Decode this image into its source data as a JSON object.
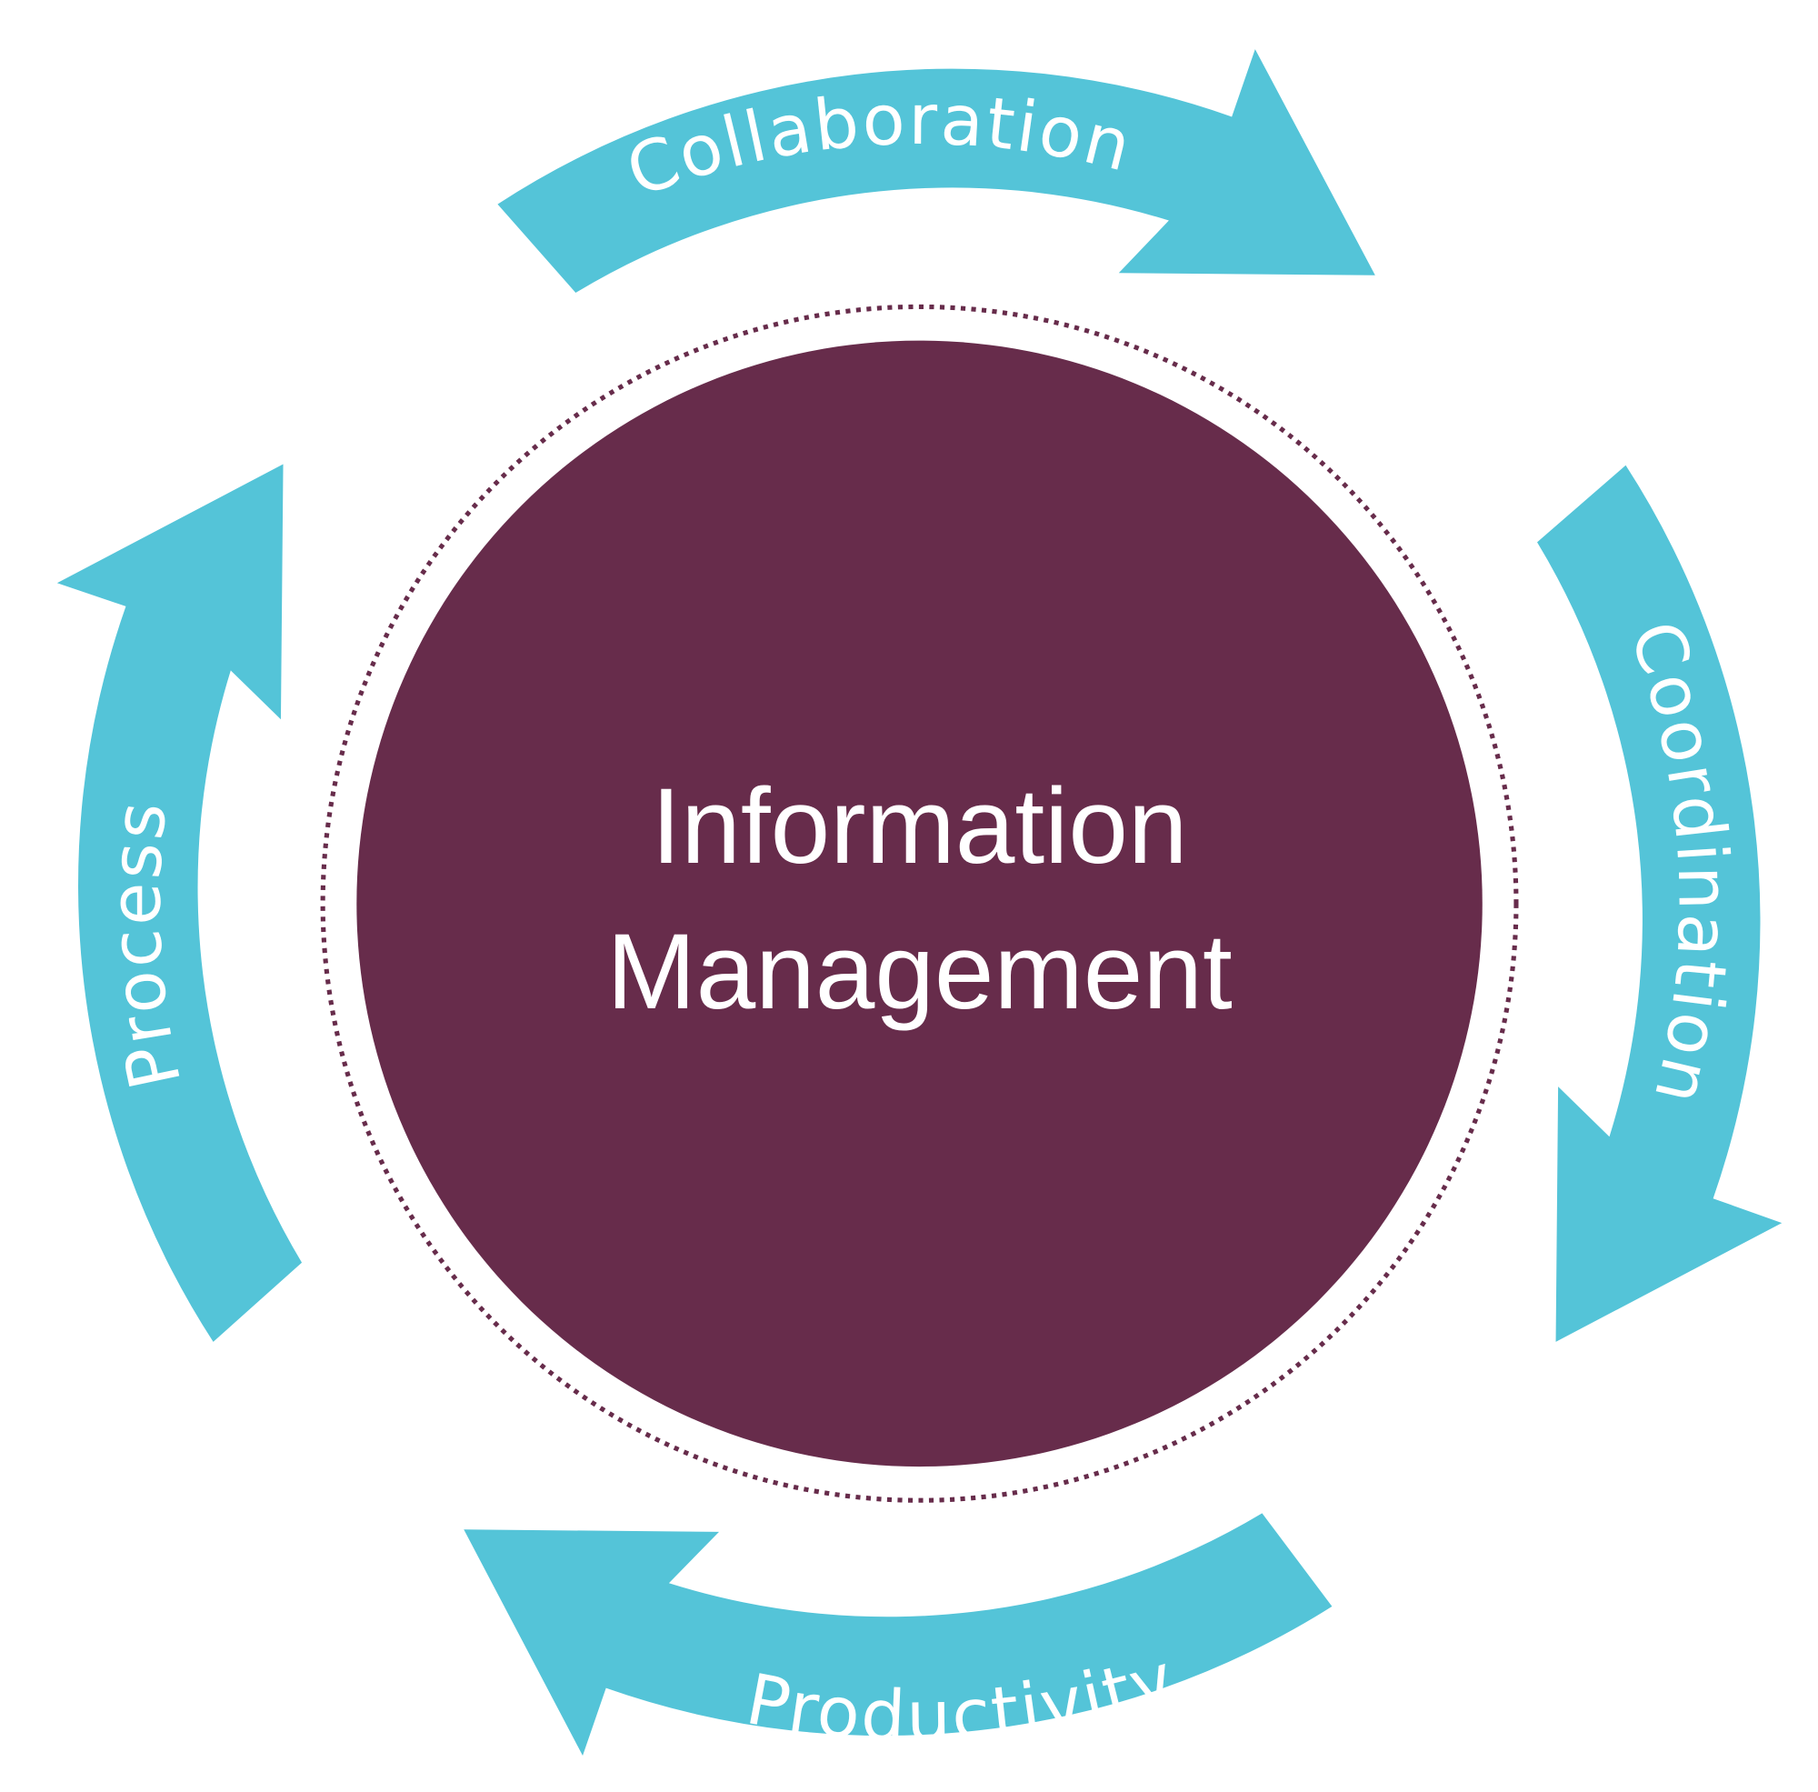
{
  "center": {
    "line1": "Information",
    "line2": "Management"
  },
  "cycle": [
    {
      "label": "Collaboration"
    },
    {
      "label": "Coordination"
    },
    {
      "label": "Productivity"
    },
    {
      "label": "Process"
    }
  ],
  "colors": {
    "arrow": "#54C4D8",
    "circle": "#672C4B",
    "text": "#FFFFFF"
  }
}
